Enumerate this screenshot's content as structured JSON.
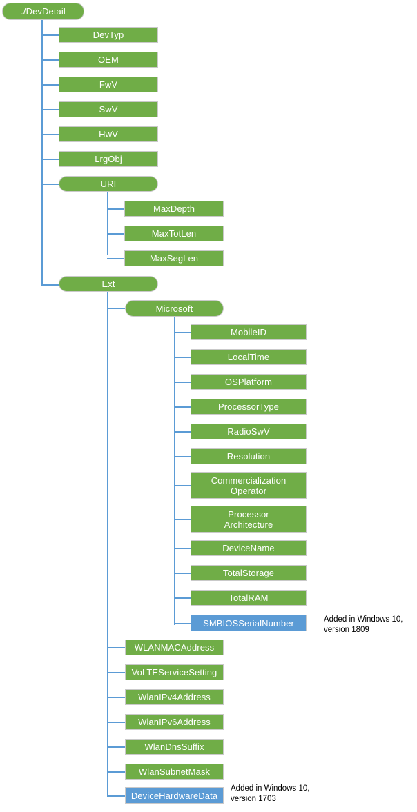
{
  "diagram": {
    "title": "./DevDetail",
    "colors": {
      "node_green": "#70AD47",
      "node_blue": "#5B9BD5",
      "connector": "#5B9BD5",
      "node_border": "#c9c9c9",
      "node_text": "#ffffff",
      "note_text": "#000000",
      "background": "#ffffff"
    },
    "root": {
      "label": "./DevDetail",
      "shape": "pill",
      "color": "green"
    },
    "level1": [
      {
        "label": "DevTyp",
        "shape": "rect",
        "color": "green"
      },
      {
        "label": "OEM",
        "shape": "rect",
        "color": "green"
      },
      {
        "label": "FwV",
        "shape": "rect",
        "color": "green"
      },
      {
        "label": "SwV",
        "shape": "rect",
        "color": "green"
      },
      {
        "label": "HwV",
        "shape": "rect",
        "color": "green"
      },
      {
        "label": "LrgObj",
        "shape": "rect",
        "color": "green"
      },
      {
        "label": "URI",
        "shape": "pill",
        "color": "green"
      },
      {
        "label": "Ext",
        "shape": "pill",
        "color": "green"
      }
    ],
    "uri_children": [
      {
        "label": "MaxDepth",
        "shape": "rect",
        "color": "green"
      },
      {
        "label": "MaxTotLen",
        "shape": "rect",
        "color": "green"
      },
      {
        "label": "MaxSegLen",
        "shape": "rect",
        "color": "green"
      }
    ],
    "ext_children": [
      {
        "label": "Microsoft",
        "shape": "pill",
        "color": "green"
      },
      {
        "label": "WLANMACAddress",
        "shape": "rect",
        "color": "green"
      },
      {
        "label": "VoLTEServiceSetting",
        "shape": "rect",
        "color": "green"
      },
      {
        "label": "WlanIPv4Address",
        "shape": "rect",
        "color": "green"
      },
      {
        "label": "WlanIPv6Address",
        "shape": "rect",
        "color": "green"
      },
      {
        "label": "WlanDnsSuffix",
        "shape": "rect",
        "color": "green"
      },
      {
        "label": "WlanSubnetMask",
        "shape": "rect",
        "color": "green"
      },
      {
        "label": "DeviceHardwareData",
        "shape": "rect",
        "color": "blue"
      }
    ],
    "microsoft_children": [
      {
        "label": "MobileID",
        "shape": "rect",
        "color": "green",
        "lines": 1
      },
      {
        "label": "LocalTime",
        "shape": "rect",
        "color": "green",
        "lines": 1
      },
      {
        "label": "OSPlatform",
        "shape": "rect",
        "color": "green",
        "lines": 1
      },
      {
        "label": "ProcessorType",
        "shape": "rect",
        "color": "green",
        "lines": 1
      },
      {
        "label": "RadioSwV",
        "shape": "rect",
        "color": "green",
        "lines": 1
      },
      {
        "label": "Resolution",
        "shape": "rect",
        "color": "green",
        "lines": 1
      },
      {
        "label": "Commercialization\nOperator",
        "shape": "rect",
        "color": "green",
        "lines": 2
      },
      {
        "label": "Processor\nArchitecture",
        "shape": "rect",
        "color": "green",
        "lines": 2
      },
      {
        "label": "DeviceName",
        "shape": "rect",
        "color": "green",
        "lines": 1
      },
      {
        "label": "TotalStorage",
        "shape": "rect",
        "color": "green",
        "lines": 1
      },
      {
        "label": "TotalRAM",
        "shape": "rect",
        "color": "green",
        "lines": 1
      },
      {
        "label": "SMBIOSSerialNumber",
        "shape": "rect",
        "color": "blue",
        "lines": 1
      }
    ],
    "notes": [
      {
        "id": "note-smbios",
        "text": "Added in Windows 10,\nversion 1809",
        "for": "SMBIOSSerialNumber"
      },
      {
        "id": "note-dhd",
        "text": "Added in Windows 10,\nversion 1703",
        "for": "DeviceHardwareData"
      }
    ]
  }
}
